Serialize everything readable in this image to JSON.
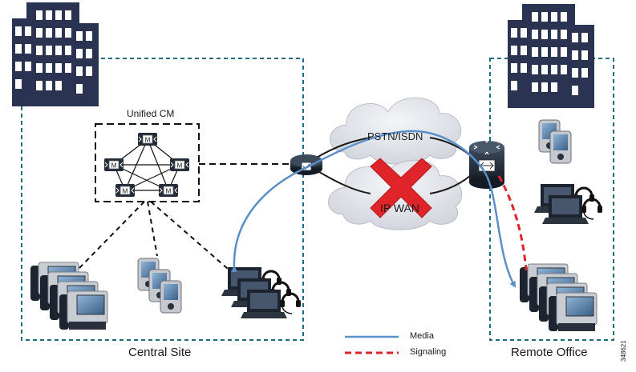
{
  "diagram": {
    "central_site_label": "Central Site",
    "remote_office_label": "Remote Office",
    "cluster_label": "Unified CM",
    "cluster_node_glyph": "M",
    "pstn_label": "PSTN/ISDN",
    "wan_label": "IP WAN",
    "wan_status": "failed",
    "legend": {
      "media_label": "Media",
      "signaling_label": "Signaling"
    },
    "figure_id": "348621",
    "colors": {
      "media": "#5b8fc9",
      "signaling": "#d9262b",
      "site_border": "#1f6b84",
      "cloud": "#dde0e6",
      "failure_x": "#e0252a",
      "building": "#2b3352",
      "router": "#1c2430"
    },
    "icons": [
      "building-icon",
      "router-icon",
      "ip-phone-icon",
      "pda-icon",
      "headset-workstation-icon",
      "failure-x-icon",
      "call-manager-icon"
    ]
  }
}
